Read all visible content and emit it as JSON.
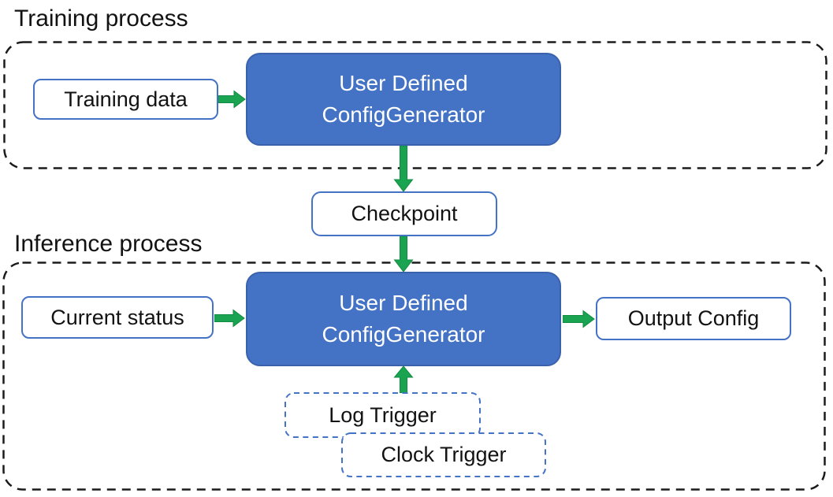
{
  "labels": {
    "training_process": "Training process",
    "inference_process": "Inference process"
  },
  "nodes": {
    "training_data": "Training data",
    "generator_line1": "User Defined",
    "generator_line2": "ConfigGenerator",
    "checkpoint": "Checkpoint",
    "current_status": "Current status",
    "output_config": "Output Config",
    "log_trigger": "Log Trigger",
    "clock_trigger": "Clock Trigger"
  },
  "colors": {
    "box_fill": "#4472C4",
    "box_border": "#3A62AC",
    "light_border": "#4472C4",
    "arrow_green": "#1AA350",
    "arrow_green_dark": "#0F8C40",
    "dash_black": "#1B1B1B",
    "text_dark": "#121212",
    "text_light": "#FFFFFF"
  }
}
